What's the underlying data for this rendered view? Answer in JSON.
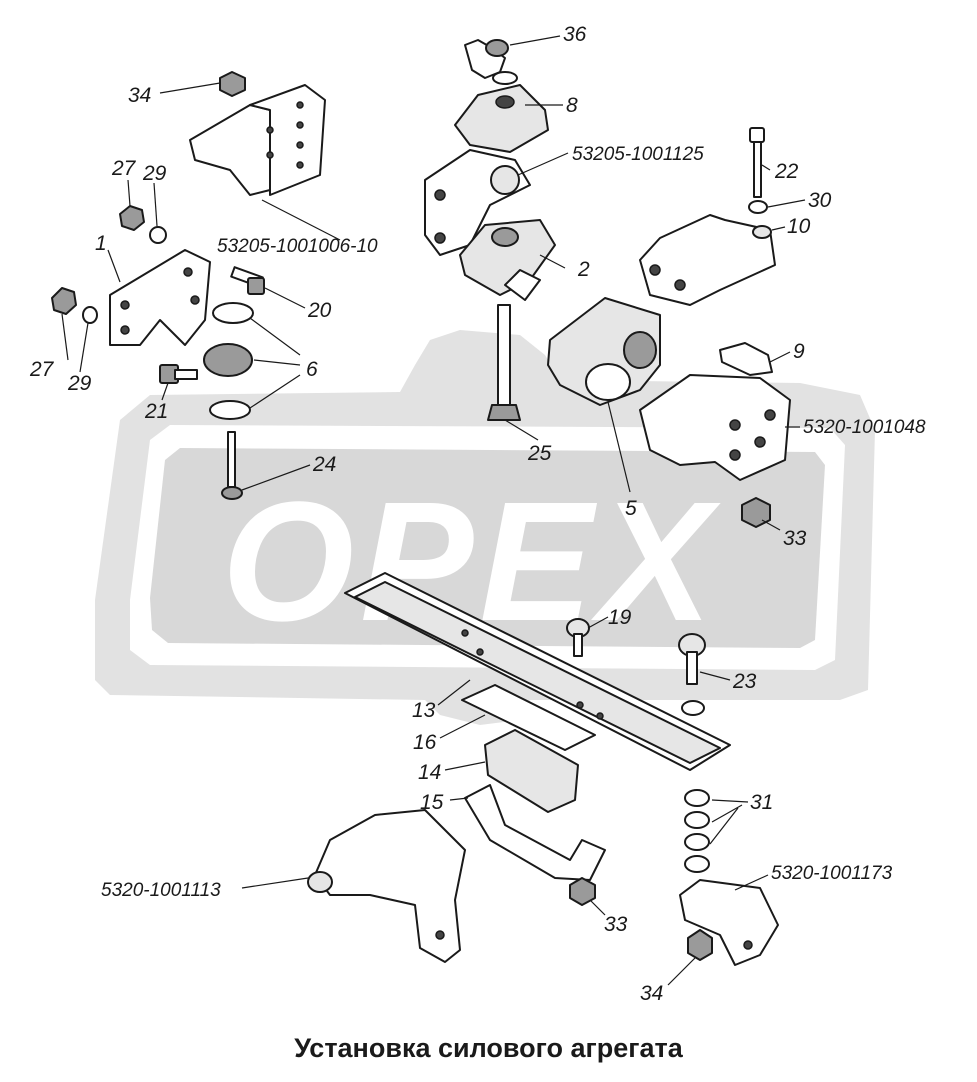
{
  "watermark": {
    "text": "OPEX"
  },
  "caption": "Установка силового агрегата",
  "callouts": {
    "c36": "36",
    "c34_top": "34",
    "c8": "8",
    "c53205_1001125": "53205-1001125",
    "c22": "22",
    "c27_a": "27",
    "c29_a": "29",
    "c30": "30",
    "c10": "10",
    "c1": "1",
    "c53205_1001006": "53205-1001006-10",
    "c2": "2",
    "c20": "20",
    "c27_b": "27",
    "c29_b": "29",
    "c6": "6",
    "c9": "9",
    "c21": "21",
    "c5320_1001048": "5320-1001048",
    "c24": "24",
    "c25": "25",
    "c5": "5",
    "c33_a": "33",
    "c19": "19",
    "c23": "23",
    "c13": "13",
    "c16": "16",
    "c14": "14",
    "c15": "15",
    "c31": "31",
    "c5320_1001113": "5320-1001113",
    "c5320_1001173": "5320-1001173",
    "c33_b": "33",
    "c34_bottom": "34"
  }
}
